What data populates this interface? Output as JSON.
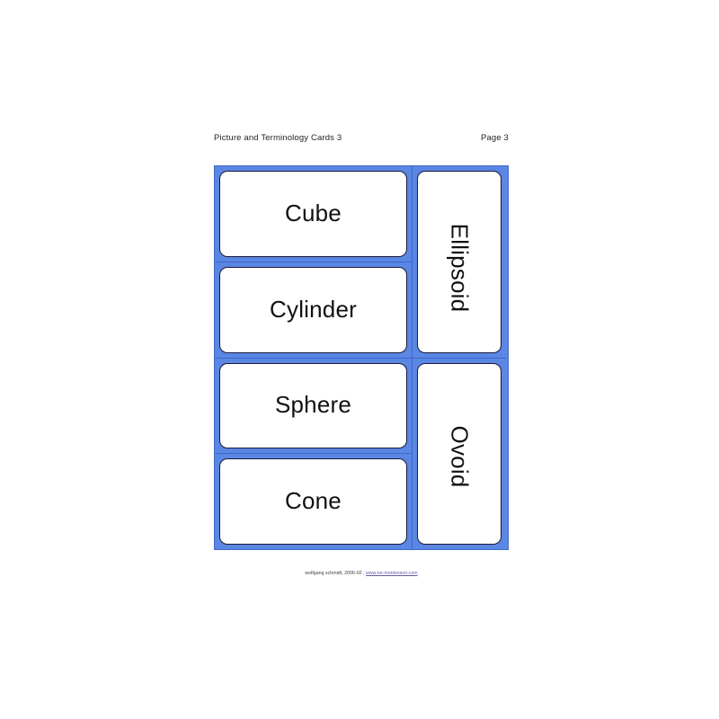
{
  "page": {
    "background_color": "#ffffff",
    "sheet_width": 800,
    "sheet_height": 800
  },
  "header": {
    "title": "Picture and Terminology Cards 3",
    "page_label": "Page 3"
  },
  "cards_sheet": {
    "frame_color": "#5a86e4",
    "frame_border_color": "#3f68c8",
    "card_background": "#ffffff",
    "card_border_color": "#1b1b3a",
    "label_color": "#111111",
    "columns": [
      {
        "id": "left-column",
        "orientation": "horizontal",
        "cards": [
          {
            "label": "Cube"
          },
          {
            "label": "Cylinder"
          },
          {
            "label": "Sphere"
          },
          {
            "label": "Cone"
          }
        ]
      },
      {
        "id": "right-column",
        "orientation": "vertical",
        "cards": [
          {
            "label": "Ellipsoid"
          },
          {
            "label": "Ovoid"
          }
        ]
      }
    ]
  },
  "footer": {
    "credit": "wolfgang schmidt, 2006-02 , ",
    "url": "www.ee-montessori.com"
  }
}
